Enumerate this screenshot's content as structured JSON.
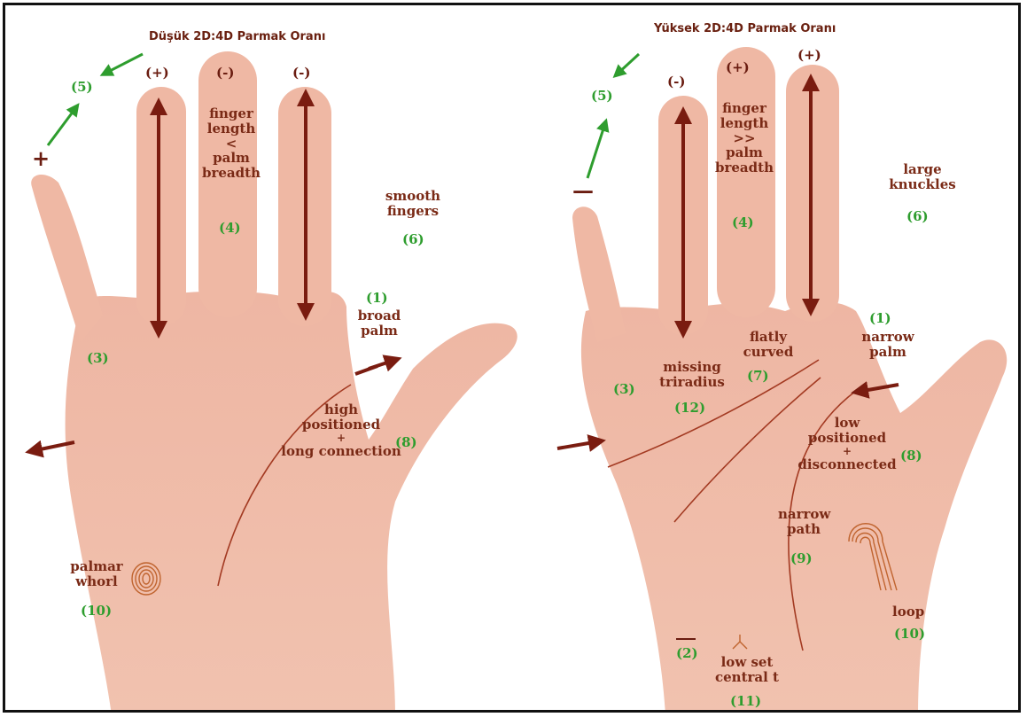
{
  "left": {
    "caption": "Düşük 2D:4D Parmak Oranı",
    "finger_signs": [
      "(+)",
      "(-)",
      "(-)"
    ],
    "thumb_sign": "+",
    "labels": {
      "n5": "(5)",
      "finger_length": [
        "finger",
        "length",
        "<",
        "palm",
        "breadth"
      ],
      "n4": "(4)",
      "smooth_fingers": [
        "smooth",
        "fingers"
      ],
      "n6": "(6)",
      "n1": "(1)",
      "broad_palm": [
        "broad",
        "palm"
      ],
      "n3": "(3)",
      "high_positioned": [
        "high",
        "positioned",
        "+",
        "long connection"
      ],
      "n8": "(8)",
      "palmar_whorl": [
        "palmar",
        "whorl"
      ],
      "n10": "(10)"
    }
  },
  "right": {
    "caption": "Yüksek 2D:4D Parmak Oranı",
    "finger_signs": [
      "(-)",
      "(+)",
      "(+)"
    ],
    "thumb_sign": "—",
    "labels": {
      "n5": "(5)",
      "finger_length": [
        "finger",
        "length",
        ">>",
        "palm",
        "breadth"
      ],
      "n4": "(4)",
      "large_knuckles": [
        "large",
        "knuckles"
      ],
      "n6": "(6)",
      "n1": "(1)",
      "narrow_palm": [
        "narrow",
        "palm"
      ],
      "flatly_curved": [
        "flatly",
        "curved"
      ],
      "n7": "(7)",
      "missing_triradius": [
        "missing",
        "triradius"
      ],
      "n12": "(12)",
      "n3": "(3)",
      "low_positioned": [
        "low",
        "positioned",
        "+",
        "disconnected"
      ],
      "n8": "(8)",
      "narrow_path": [
        "narrow",
        "path"
      ],
      "n9": "(9)",
      "loop": "loop",
      "n10": "(10)",
      "dash2": "—",
      "n2": "(2)",
      "low_set": [
        "low set",
        "central t"
      ],
      "n11": "(11)"
    }
  },
  "colors": {
    "skin": "#eeb4a0",
    "skin_shadow": "#d9927d",
    "arrow": "#7a1c10",
    "green": "#2e9d2e",
    "brown_text": "#7a2a16",
    "line": "#a33a22"
  }
}
